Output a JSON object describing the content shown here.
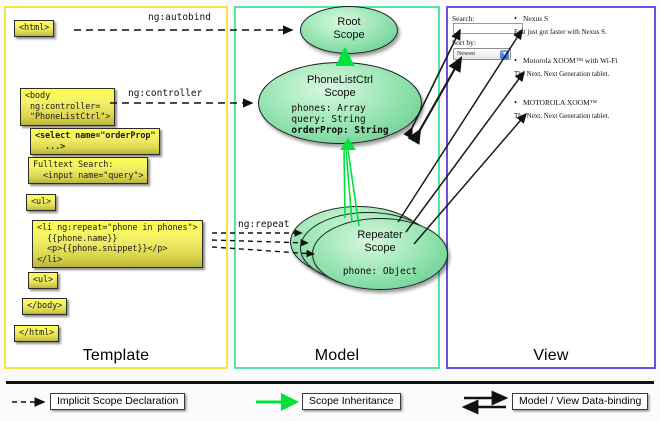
{
  "panels": [
    {
      "id": "template",
      "label": "Template",
      "border_color": "#f2e740"
    },
    {
      "id": "model",
      "label": "Model",
      "border_color": "#4fe6a8"
    },
    {
      "id": "view",
      "label": "View",
      "border_color": "#6a4fe0"
    }
  ],
  "template": {
    "boxes": [
      {
        "name": "html-open",
        "text": "<html>"
      },
      {
        "name": "body-open",
        "text": "<body\n ng:controller=\n \"PhoneListCtrl\">"
      },
      {
        "name": "select",
        "text": "<select name=\"orderProp\"\n  ...>"
      },
      {
        "name": "search",
        "text": "Fulltext Search:\n  <input name=\"query\">"
      },
      {
        "name": "ul-open",
        "text": "<ul>"
      },
      {
        "name": "li-repeat",
        "text": "<li ng:repeat=\"phone in phones\">\n  {{phone.name}}\n  <p>{{phone.snippet}}</p>\n</li>"
      },
      {
        "name": "ul-close",
        "text": "<ul>"
      },
      {
        "name": "body-close",
        "text": "</body>"
      },
      {
        "name": "html-close",
        "text": "</html>"
      }
    ]
  },
  "connectors": {
    "autobind": "ng:autobind",
    "controller": "ng:controller",
    "repeat": "ng:repeat"
  },
  "model": {
    "scopes": [
      {
        "name": "root-scope",
        "title_line1": "Root",
        "title_line2": "Scope",
        "props": []
      },
      {
        "name": "phonelistctrl-scope",
        "title_line1": "PhoneListCtrl",
        "title_line2": "Scope",
        "props": [
          {
            "text": "phones: Array",
            "bold": false
          },
          {
            "text": "query: String",
            "bold": false
          },
          {
            "text": "orderProp: String",
            "bold": true
          }
        ]
      },
      {
        "name": "repeater-scope",
        "title_line1": "Repeater",
        "title_line2": "Scope",
        "props": [
          {
            "text": "phone: Object",
            "bold": false
          }
        ]
      }
    ]
  },
  "view": {
    "search_label": "Search:",
    "search_value": "",
    "sort_label": "Sort by:",
    "sort_selected": "Newest",
    "phones": [
      {
        "name": "Nexus S",
        "snippet": "Fast just got faster with Nexus S."
      },
      {
        "name": "Motorola XOOM™ with Wi-Fi",
        "snippet": "The Next, Next Generation tablet."
      },
      {
        "name": "MOTOROLA XOOM™",
        "snippet": "The Next, Next Generation tablet."
      }
    ]
  },
  "legend": [
    {
      "name": "implicit-scope-declaration",
      "label": "Implicit Scope Declaration",
      "arrow": "dashed-arrow",
      "color": "#111111"
    },
    {
      "name": "scope-inheritance",
      "label": "Scope Inheritance",
      "arrow": "solid-arrow",
      "color": "#00e33c"
    },
    {
      "name": "model-view-data-binding",
      "label": "Model / View Data-binding",
      "arrow": "double-arrow",
      "color": "#111111"
    }
  ]
}
